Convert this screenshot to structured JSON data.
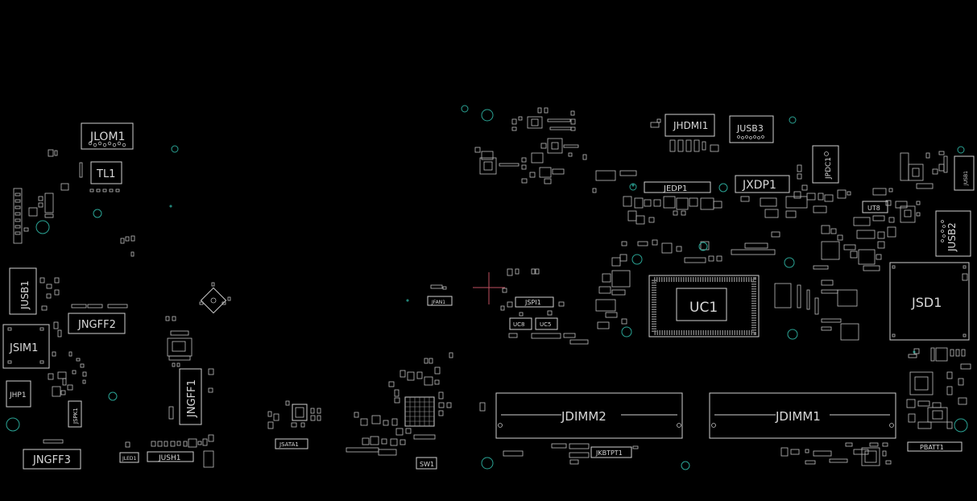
{
  "colors": {
    "background": "#000000",
    "silkscreen": "#cfcfcf",
    "mounting_hole": "#2aa394",
    "cursor": "#c05060"
  },
  "components": {
    "jlom1": "JLOM1",
    "tl1": "TL1",
    "jusb1": "JUSB1",
    "jngff2": "JNGFF2",
    "jsim1": "JSIM1",
    "jhp1": "JHP1",
    "jspk1": "JSPK1",
    "jngff1": "JNGFF1",
    "jngff3": "JNGFF3",
    "jled1": "JLED1",
    "jush1": "JUSH1",
    "jsata1": "JSATA1",
    "jfan1": "JFAN1",
    "sw1": "SW1",
    "jspi1": "JSPI1",
    "uc8": "UC8",
    "uc5": "UC5",
    "jhdmi1": "JHDMI1",
    "jusb3": "JUSB3",
    "jedp1": "JEDP1",
    "jxdp1": "JXDP1",
    "jpdc1": "JPDC1",
    "ut8": "UT8",
    "jusb2": "JUSB2",
    "jusb1r": "JUSB1",
    "uc1": "UC1",
    "jsd1": "JSD1",
    "jdimm2": "JDIMM2",
    "jdimm1": "JDIMM1",
    "jkbtpt1": "JKBTPT1",
    "pbatt1": "PBATT1"
  }
}
